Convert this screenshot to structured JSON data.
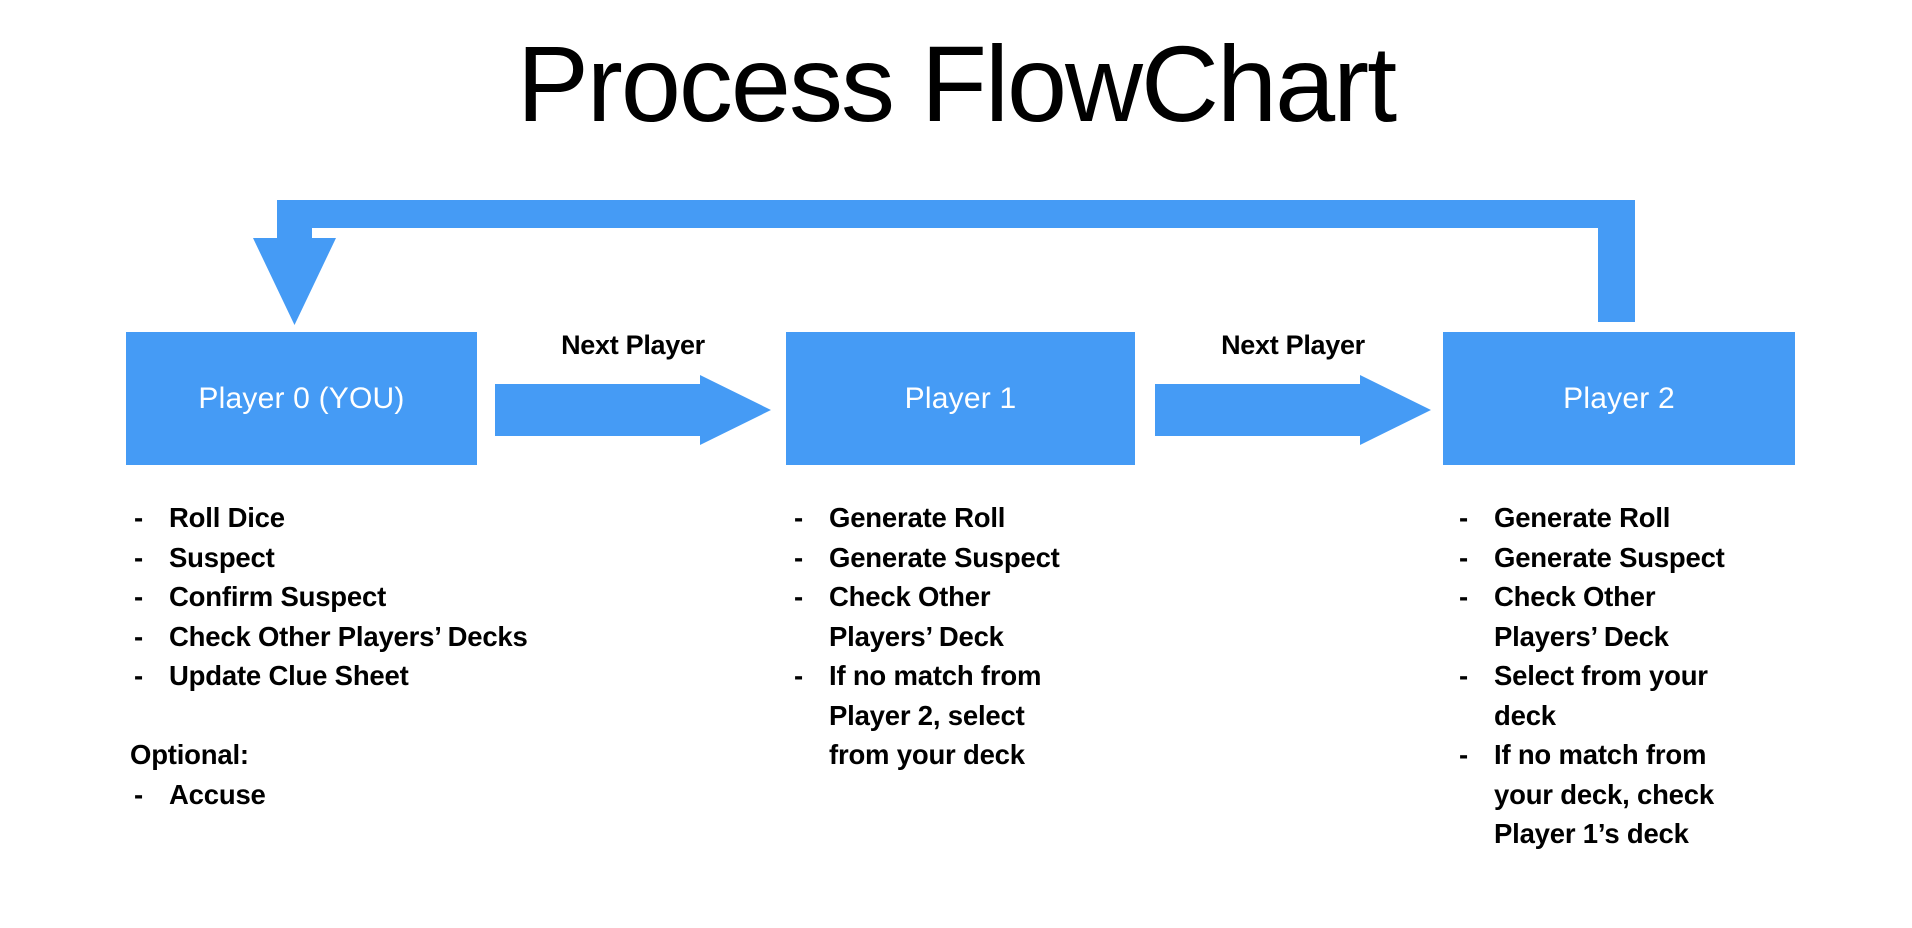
{
  "page": {
    "title": "Process FlowChart",
    "background_color": "#ffffff",
    "accent_color": "#459BF5",
    "text_color": "#000000",
    "box_label_color": "#ffffff"
  },
  "loop": {
    "name": "loop-back-arrow",
    "from": "Player 2",
    "to": "Player 0",
    "color": "#459BF5"
  },
  "flow": {
    "boxes": [
      {
        "id": "player-0",
        "label": "Player 0 (YOU)"
      },
      {
        "id": "player-1",
        "label": "Player 1"
      },
      {
        "id": "player-2",
        "label": "Player 2"
      }
    ],
    "transitions": [
      {
        "id": "transition-0",
        "label": "Next Player",
        "from": "player-0",
        "to": "player-1"
      },
      {
        "id": "transition-1",
        "label": "Next Player",
        "from": "player-1",
        "to": "player-2"
      }
    ]
  },
  "lists": {
    "player_0": {
      "bullet": "-",
      "items": [
        "Roll Dice",
        "Suspect",
        "Confirm Suspect",
        "Check Other Players’ Decks",
        "Update Clue Sheet"
      ],
      "optional_heading": "Optional:",
      "optional_items": [
        "Accuse"
      ]
    },
    "player_1": {
      "bullet": "-",
      "items": [
        "Generate Roll",
        "Generate Suspect",
        "Check Other Players’ Deck",
        "If no match from Player 2, select from your deck"
      ]
    },
    "player_2": {
      "bullet": "-",
      "items": [
        "Generate Roll",
        "Generate Suspect",
        "Check Other Players’ Deck",
        "Select from your deck",
        "If no match from your deck, check Player 1’s deck"
      ]
    }
  }
}
